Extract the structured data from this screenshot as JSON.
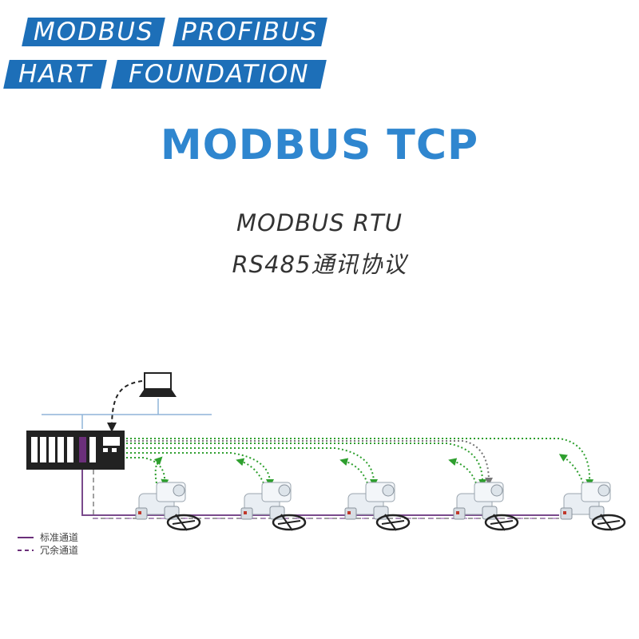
{
  "tags": [
    "MODBUS",
    "PROFIBUS",
    "HART",
    "FOUNDATION"
  ],
  "title": "MODBUS TCP",
  "subtitle_line1": "MODBUS RTU",
  "subtitle_line2": "RS485通讯协议",
  "legend": {
    "standard": "标准通道",
    "redundant": "冗余通道"
  },
  "colors": {
    "tag_bg": "#1d6fb8",
    "title": "#2f86cf",
    "bus": "#7a4a8c",
    "network": "#2e9f2e",
    "ethernet": "#8fb4d8"
  },
  "actuator_count": 5
}
